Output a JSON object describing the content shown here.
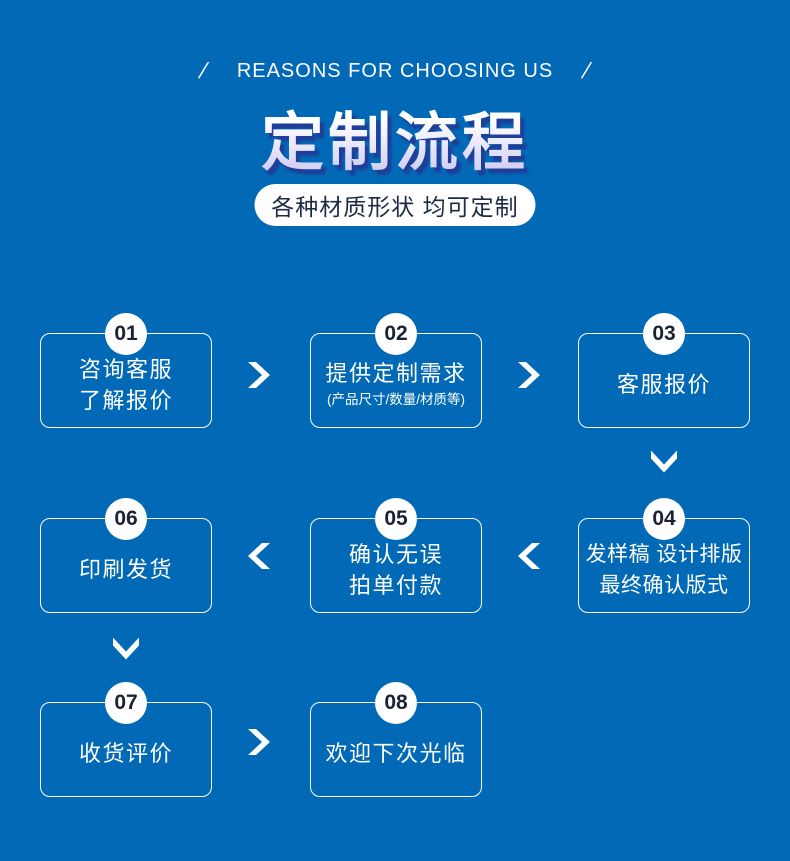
{
  "colors": {
    "background": "#0169b5",
    "box_border": "#ffffff",
    "step_text": "#ffffff",
    "badge_background": "#ffffff",
    "badge_number": "#1b2233",
    "pill_background": "#ffffff",
    "pill_text": "#1b2a45",
    "title_gradient_top": "#ffffff",
    "title_gradient_bottom": "#c6c2ec",
    "title_shadow": "#1e3e99",
    "arrow": "#ffffff"
  },
  "header": {
    "slash_left": "/",
    "label": "REASONS FOR CHOOSING US",
    "slash_right": "/"
  },
  "title": {
    "text": "定制流程"
  },
  "subtitle_pill": {
    "text": "各种材质形状 均可定制"
  },
  "steps": [
    {
      "number": "01",
      "line1": "咨询客服",
      "line2": "了解报价"
    },
    {
      "number": "02",
      "line1": "提供定制需求",
      "line2": "(产品尺寸/数量/材质等)"
    },
    {
      "number": "03",
      "line1": "客服报价"
    },
    {
      "number": "04",
      "line1": "发样稿 设计排版",
      "line2": "最终确认版式"
    },
    {
      "number": "05",
      "line1": "确认无误",
      "line2": "拍单付款"
    },
    {
      "number": "06",
      "line1": "印刷发货"
    },
    {
      "number": "07",
      "line1": "收货评价"
    },
    {
      "number": "08",
      "line1": "欢迎下次光临"
    }
  ],
  "icons": {
    "arrow_right": "chevron-right",
    "arrow_left": "chevron-left",
    "arrow_down": "chevron-down"
  }
}
